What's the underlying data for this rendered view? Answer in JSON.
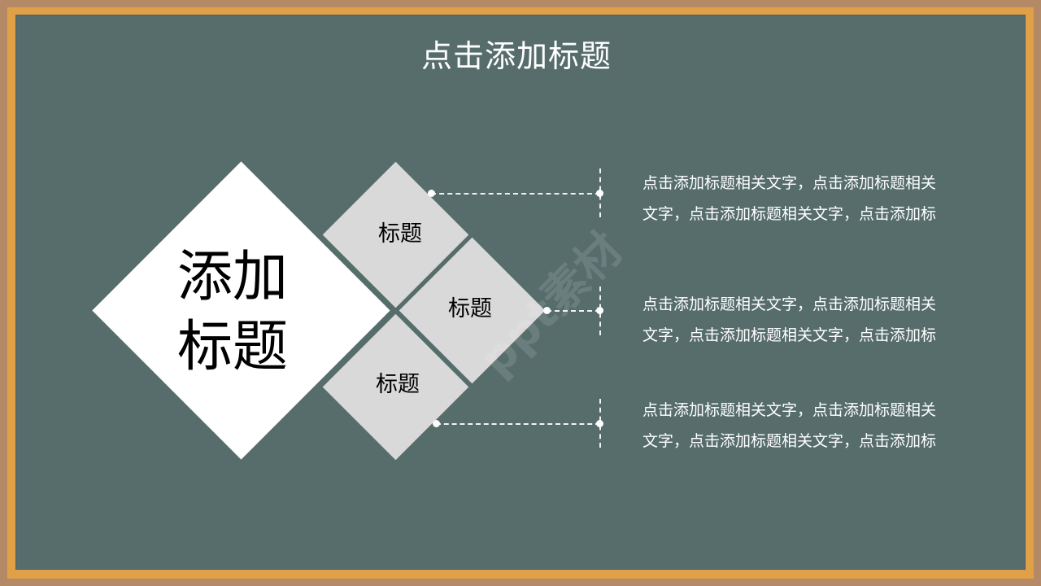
{
  "slide": {
    "title": "点击添加标题",
    "center_label_line1": "添加",
    "center_label_line2": "标题",
    "watermark": "ppt素材"
  },
  "items": [
    {
      "label": "标题",
      "line1": "点击添加标题相关文字，点击添加标题相关",
      "line2": "文字，点击添加标题相关文字，点击添加标"
    },
    {
      "label": "标题",
      "line1": "点击添加标题相关文字，点击添加标题相关",
      "line2": "文字，点击添加标题相关文字，点击添加标"
    },
    {
      "label": "标题",
      "line1": "点击添加标题相关文字，点击添加标题相关",
      "line2": "文字，点击添加标题相关文字，点击添加标"
    }
  ],
  "colors": {
    "outer_border": "#B48A66",
    "frame": "#E0A048",
    "board": "#566D6C",
    "big_diamond": "#FFFFFF",
    "small_diamond": "#D9D9D9",
    "text_light": "#FFFFFF",
    "text_dark": "#000000"
  }
}
